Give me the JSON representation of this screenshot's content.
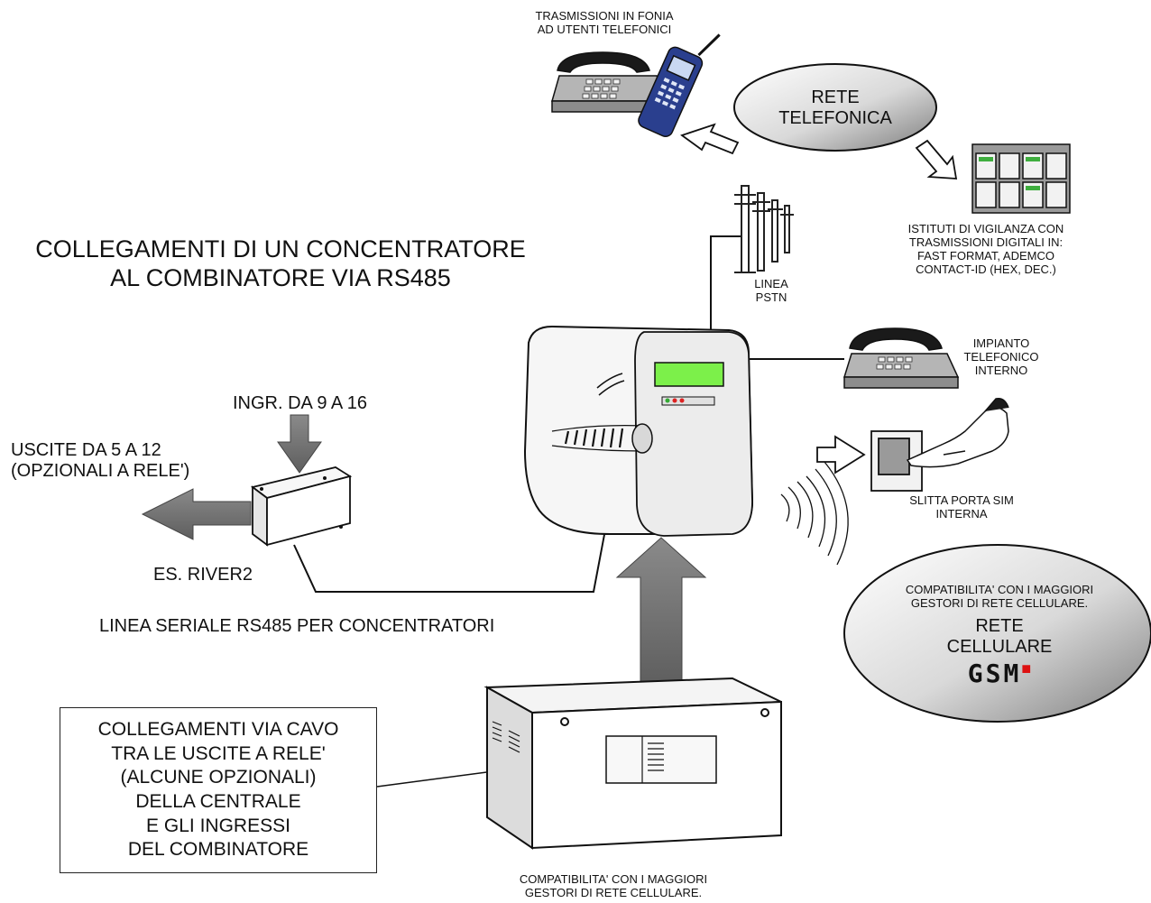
{
  "title": [
    "COLLEGAMENTI DI UN CONCENTRATORE",
    "AL COMBINATORE VIA RS485"
  ],
  "voice_transmissions": [
    "TRASMISSIONI IN FONIA",
    "AD UTENTI TELEFONICI"
  ],
  "telephone_network": [
    "RETE",
    "TELEFONICA"
  ],
  "surveillance": [
    "ISTITUTI DI VIGILANZA CON",
    "TRASMISSIONI DIGITALI IN:",
    "FAST FORMAT,  ADEMCO",
    "CONTACT-ID (HEX, DEC.)"
  ],
  "pstn_line": [
    "LINEA",
    "PSTN"
  ],
  "internal_phone": [
    "IMPIANTO",
    "TELEFONICO",
    "INTERNO"
  ],
  "inputs": "INGR. DA 9 A 16",
  "outputs": [
    "USCITE DA 5 A 12",
    "(OPZIONALI A RELE')"
  ],
  "module": "ES. RIVER2",
  "serial_line": "LINEA SERIALE RS485 PER CONCENTRATORI",
  "sim_slot": [
    "SLITTA PORTA SIM",
    "INTERNA"
  ],
  "cellular_bubble": {
    "compat": [
      "COMPATIBILITA' CON I MAGGIORI",
      "GESTORI DI RETE CELLULARE."
    ],
    "network": [
      "RETE",
      "CELLULARE"
    ],
    "logo": "GSM"
  },
  "cable_note": [
    "COLLEGAMENTI VIA CAVO",
    "TRA LE USCITE A RELE'",
    "(ALCUNE OPZIONALI)",
    "DELLA CENTRALE",
    "E GLI INGRESSI",
    "DEL COMBINATORE"
  ],
  "bottom_compat": [
    "COMPATIBILITA' CON I MAGGIORI",
    "GESTORI DI RETE CELLULARE."
  ],
  "colors": {
    "lcd": "#7cf04a",
    "line": "#111111",
    "arrow": "#7a7a7a",
    "device_gray": "#9a9a9a",
    "gsm_dot": "#dd1111"
  }
}
